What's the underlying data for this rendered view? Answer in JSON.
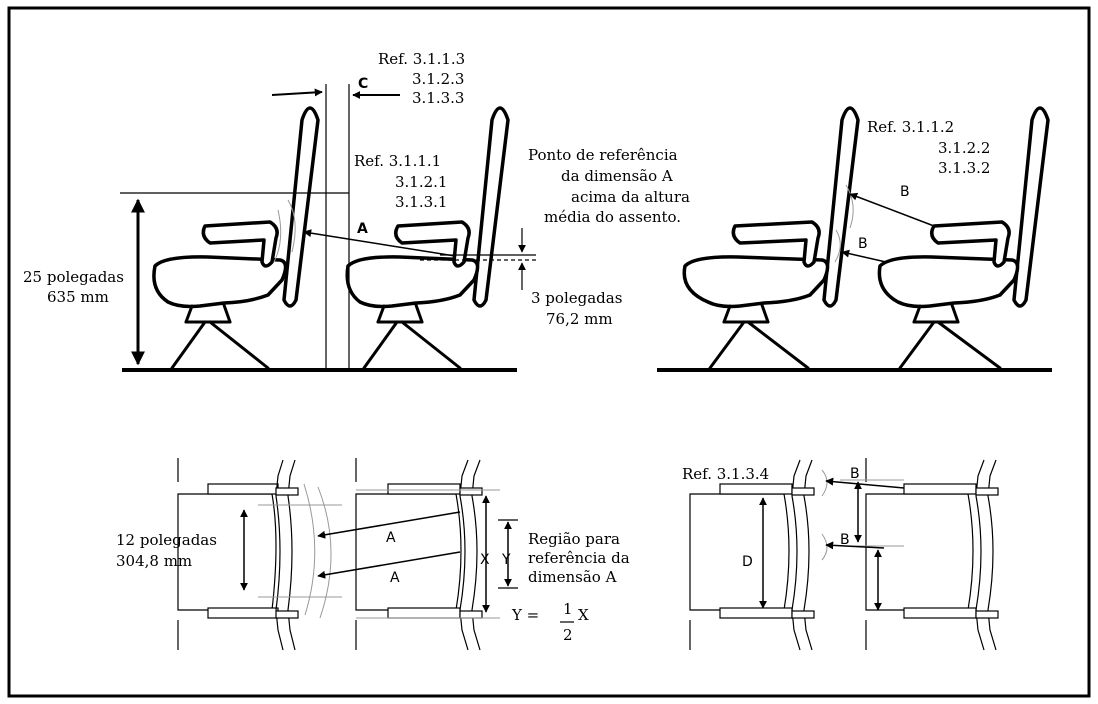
{
  "side_view_left": {
    "ref_c": [
      "Ref. 3.1.1.3",
      "3.1.2.3",
      "3.1.3.3"
    ],
    "ref_a": [
      "Ref. 3.1.1.1",
      "3.1.2.1",
      "3.1.3.1"
    ],
    "label_c": "C",
    "label_a": "A",
    "height": [
      "25 polegadas",
      "635 mm"
    ],
    "ref_point": [
      "Ponto de referência",
      "da dimensão A",
      "acima da altura",
      "média do assento."
    ],
    "offset": [
      "3 polegadas",
      "76,2 mm"
    ]
  },
  "side_view_right": {
    "ref_b": [
      "Ref.  3.1.1.2",
      "3.1.2.2",
      "3.1.3.2"
    ],
    "label_b1": "B",
    "label_b2": "B"
  },
  "top_view_left": {
    "width": [
      "12 polegadas",
      "304,8 mm"
    ],
    "label_a1": "A",
    "label_a2": "A",
    "label_x": "X",
    "label_y": "Y",
    "region": [
      "Região  para",
      "referência da",
      "dimensão  A"
    ],
    "formula": {
      "lhs": "Y = ",
      "num": "1",
      "var": "X",
      "den": "2"
    }
  },
  "top_view_right": {
    "ref": "Ref. 3.1.3.4",
    "label_b1": "B",
    "label_b2": "B",
    "label_d": "D"
  }
}
